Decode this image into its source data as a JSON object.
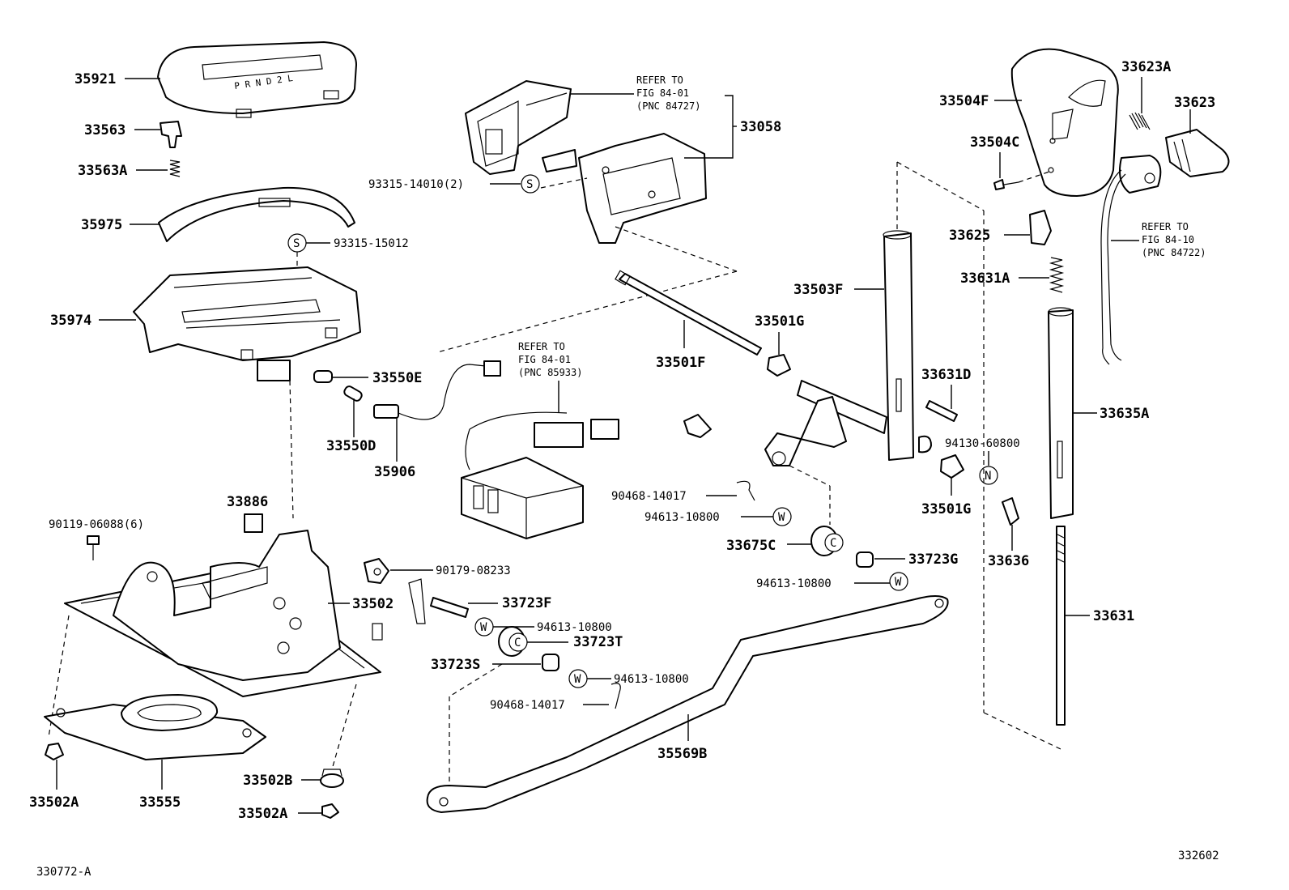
{
  "labels": {
    "p35921": "35921",
    "p33563": "33563",
    "p33563A": "33563A",
    "p35975": "35975",
    "p93315_15012": "93315-15012",
    "p35974": "35974",
    "p33550E": "33550E",
    "p33550D": "33550D",
    "p35906": "35906",
    "p33886": "33886",
    "p90119": "90119-06088(6)",
    "p33502": "33502",
    "p90179": "90179-08233",
    "p33723F": "33723F",
    "p94613_a": "94613-10800",
    "p33723T": "33723T",
    "p33723S": "33723S",
    "p94613_b": "94613-10800",
    "p90468_b": "90468-14017",
    "p33502A_left": "33502A",
    "p33555": "33555",
    "p33502B": "33502B",
    "p33502A_bottom": "33502A",
    "p93315_14010": "93315-14010(2)",
    "p33058": "33058",
    "p33501F": "33501F",
    "p90468_a": "90468-14017",
    "p94613_c": "94613-10800",
    "p33675C": "33675C",
    "p33723G": "33723G",
    "p94613_d": "94613-10800",
    "p35569B": "35569B",
    "p33503F": "33503F",
    "p33501G_top": "33501G",
    "p33631D": "33631D",
    "p94130": "94130-60800",
    "p33501G_bottom": "33501G",
    "p33504F": "33504F",
    "p33504C": "33504C",
    "p33623A": "33623A",
    "p33623": "33623",
    "p33625": "33625",
    "p33631A": "33631A",
    "p33635A": "33635A",
    "p33636": "33636",
    "p33631": "33631"
  },
  "refer_notes": {
    "top": {
      "line1": "REFER TO",
      "line2": "FIG 84-01",
      "line3": "(PNC 84727)"
    },
    "middle": {
      "line1": "REFER TO",
      "line2": "FIG 84-01",
      "line3": "(PNC 85933)"
    },
    "right": {
      "line1": "REFER TO",
      "line2": "FIG 84-10",
      "line3": "(PNC 84722)"
    }
  },
  "symbols": {
    "s": "S",
    "w": "W",
    "c": "C",
    "n": "N"
  },
  "shift_indicator": "P R N D 2 L",
  "footer": {
    "left_code": "330772-A",
    "right_code": "332602"
  }
}
